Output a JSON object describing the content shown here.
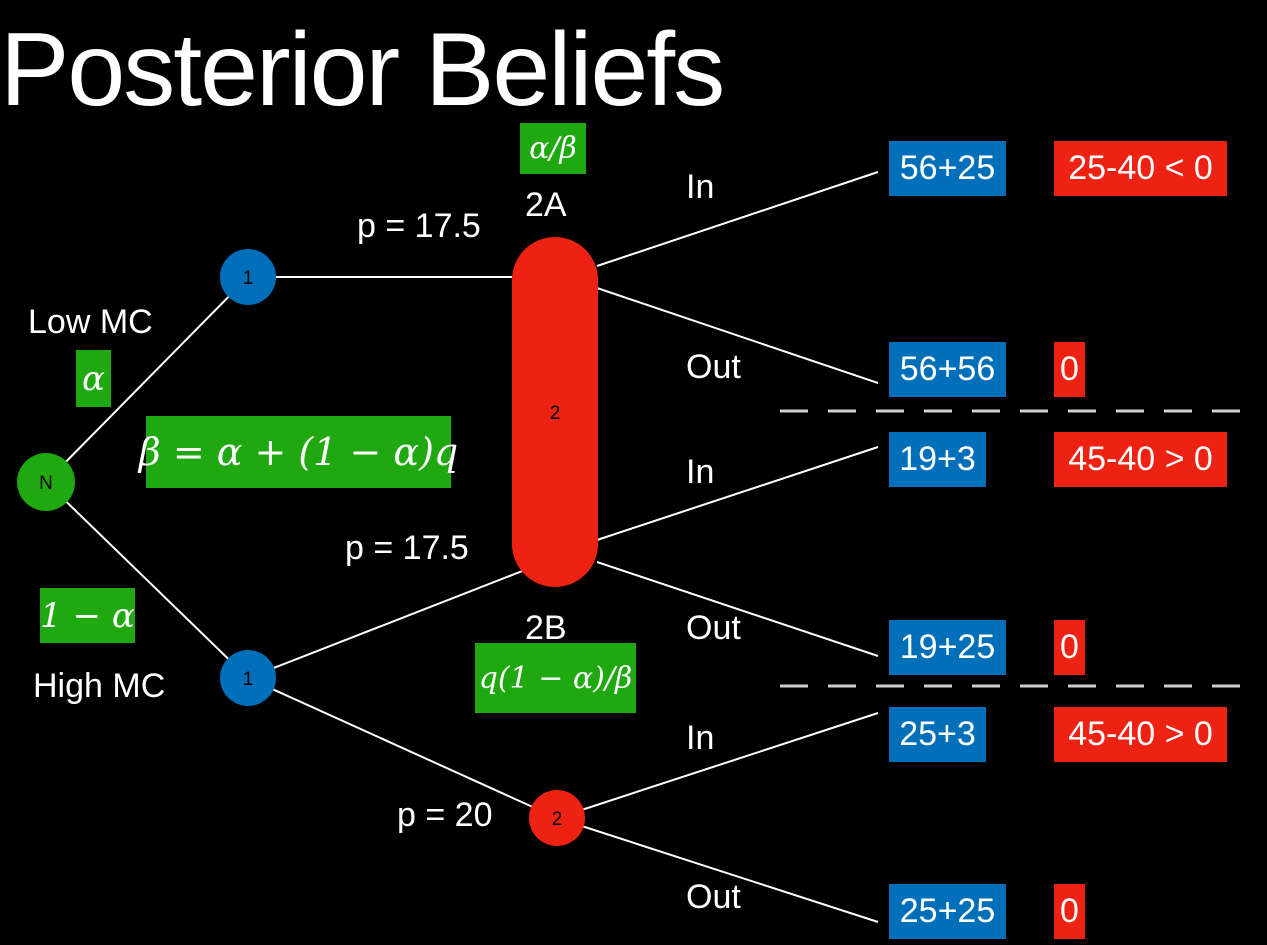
{
  "title": "Posterior Beliefs",
  "nodes": {
    "nature": "N",
    "p1_low": "1",
    "p1_high": "1",
    "p2_info_set": "2",
    "p2_single": "2"
  },
  "labels": {
    "low_mc": "Low MC",
    "high_mc": "High MC",
    "price_top": "p = 17.5",
    "price_mid": "p = 17.5",
    "price_bottom": "p = 20",
    "info_set_a": "2A",
    "info_set_b": "2B",
    "in_1": "In",
    "out_1": "Out",
    "in_2": "In",
    "out_2": "Out",
    "in_3": "In",
    "out_3": "Out"
  },
  "formulas": {
    "alpha": "α",
    "one_minus_alpha": "1 − α",
    "beta_eq": "β = α + (1 − α)q",
    "alpha_over_beta": "α/β",
    "q_term": "q(1 − α)/β"
  },
  "payoffs": [
    {
      "firm1": "56+25",
      "firm2": "25-40 < 0"
    },
    {
      "firm1": "56+56",
      "firm2": "0"
    },
    {
      "firm1": "19+3",
      "firm2": "45-40 > 0"
    },
    {
      "firm1": "19+25",
      "firm2": "0"
    },
    {
      "firm1": "25+3",
      "firm2": "45-40 > 0"
    },
    {
      "firm1": "25+25",
      "firm2": "0"
    }
  ],
  "colors": {
    "background": "#000000",
    "green": "#1fa80f",
    "blue": "#006fba",
    "red": "#ee2212",
    "lines": "#ffffff",
    "dashes": "#d0d0d0"
  }
}
